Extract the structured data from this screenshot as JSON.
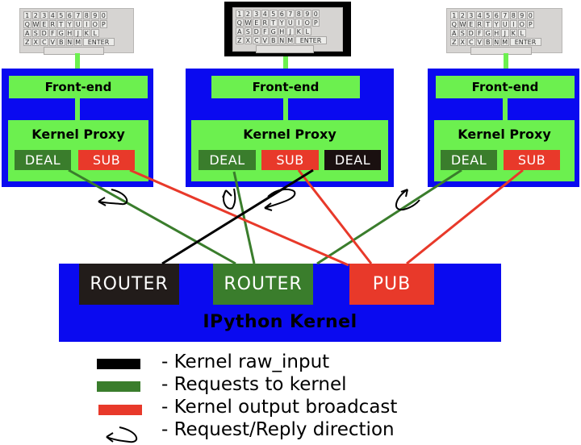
{
  "clients": [
    {
      "id": "left",
      "keyboard": {
        "bezel": "none"
      },
      "frontend_label": "Front-end",
      "proxy_label": "Kernel Proxy",
      "sockets": [
        "DEAL",
        "SUB"
      ]
    },
    {
      "id": "middle",
      "keyboard": {
        "bezel": "black"
      },
      "frontend_label": "Front-end",
      "proxy_label": "Kernel Proxy",
      "sockets": [
        "DEAL",
        "SUB",
        "DEAL"
      ]
    },
    {
      "id": "right",
      "keyboard": {
        "bezel": "none"
      },
      "frontend_label": "Front-end",
      "proxy_label": "Kernel Proxy",
      "sockets": [
        "DEAL",
        "SUB"
      ]
    }
  ],
  "keyboard_rows": [
    [
      "1",
      "2",
      "3",
      "4",
      "5",
      "6",
      "7",
      "8",
      "9",
      "0"
    ],
    [
      "Q",
      "W",
      "E",
      "R",
      "T",
      "Y",
      "U",
      "I",
      "O",
      "P"
    ],
    [
      "A",
      "S",
      "D",
      "F",
      "G",
      "H",
      "J",
      "K",
      "L"
    ],
    [
      "Z",
      "X",
      "C",
      "V",
      "B",
      "N",
      "M",
      "ENTER"
    ]
  ],
  "kernel": {
    "title": "IPython Kernel",
    "sockets": [
      "ROUTER",
      "ROUTER",
      "PUB"
    ]
  },
  "colors": {
    "client_bg": "#0a0af0",
    "green_light": "#6cf04f",
    "raw_input": "#000000",
    "requests": "#3a7d2c",
    "broadcast": "#e8392a"
  },
  "legend": [
    {
      "swatch": "black",
      "label": "- Kernel raw_input"
    },
    {
      "swatch": "green",
      "label": "- Requests to kernel"
    },
    {
      "swatch": "red",
      "label": "- Kernel output broadcast"
    },
    {
      "swatch": "arrow",
      "label": "- Request/Reply direction"
    }
  ]
}
